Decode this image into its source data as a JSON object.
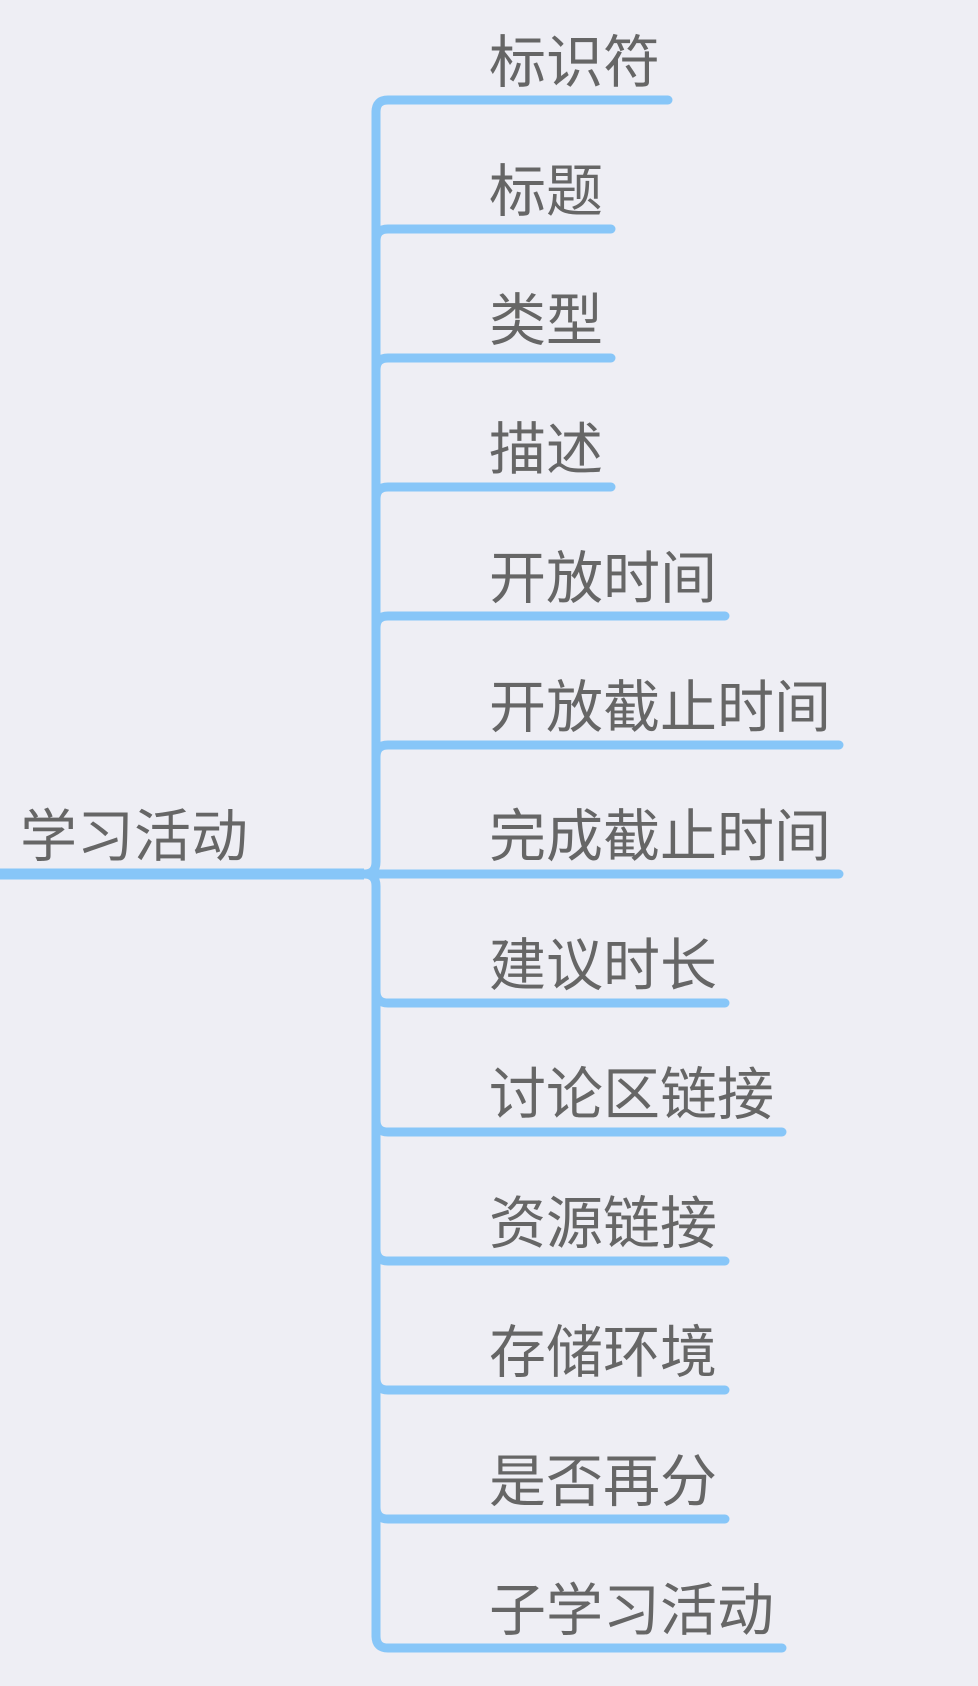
{
  "root": {
    "label": "学习活动"
  },
  "children": [
    {
      "label": "标识符"
    },
    {
      "label": "标题"
    },
    {
      "label": "类型"
    },
    {
      "label": "描述"
    },
    {
      "label": "开放时间"
    },
    {
      "label": "开放截止时间"
    },
    {
      "label": "完成截止时间"
    },
    {
      "label": "建议时长"
    },
    {
      "label": "讨论区链接"
    },
    {
      "label": "资源链接"
    },
    {
      "label": "存储环境"
    },
    {
      "label": "是否再分"
    },
    {
      "label": "子学习活动"
    }
  ],
  "colors": {
    "line": "#87c6f8",
    "text": "#666666",
    "background": "#eeeef4"
  }
}
